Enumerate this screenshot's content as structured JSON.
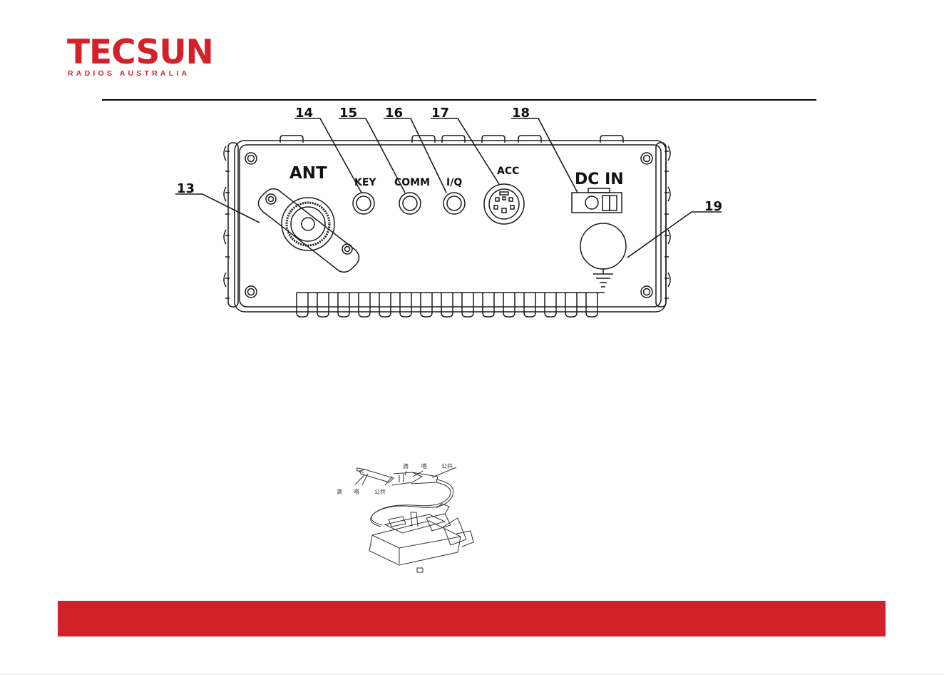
{
  "brand": {
    "name": "TECSUN",
    "tagline": "RADIOS AUSTRALIA",
    "color": "#d22128"
  },
  "panel": {
    "labels": {
      "ant": "ANT",
      "key": "KEY",
      "comm": "COMM",
      "iq": "I/Q",
      "acc": "ACC",
      "dc_in": "DC IN"
    },
    "callouts": [
      "13",
      "14",
      "15",
      "16",
      "17",
      "18",
      "19"
    ]
  },
  "key_diagram": {
    "labels": [
      "滴",
      "嗒",
      "公共",
      "滴",
      "嗒",
      "公共"
    ]
  },
  "icons": [
    "ground-symbol-icon",
    "morse-key-illustration"
  ]
}
